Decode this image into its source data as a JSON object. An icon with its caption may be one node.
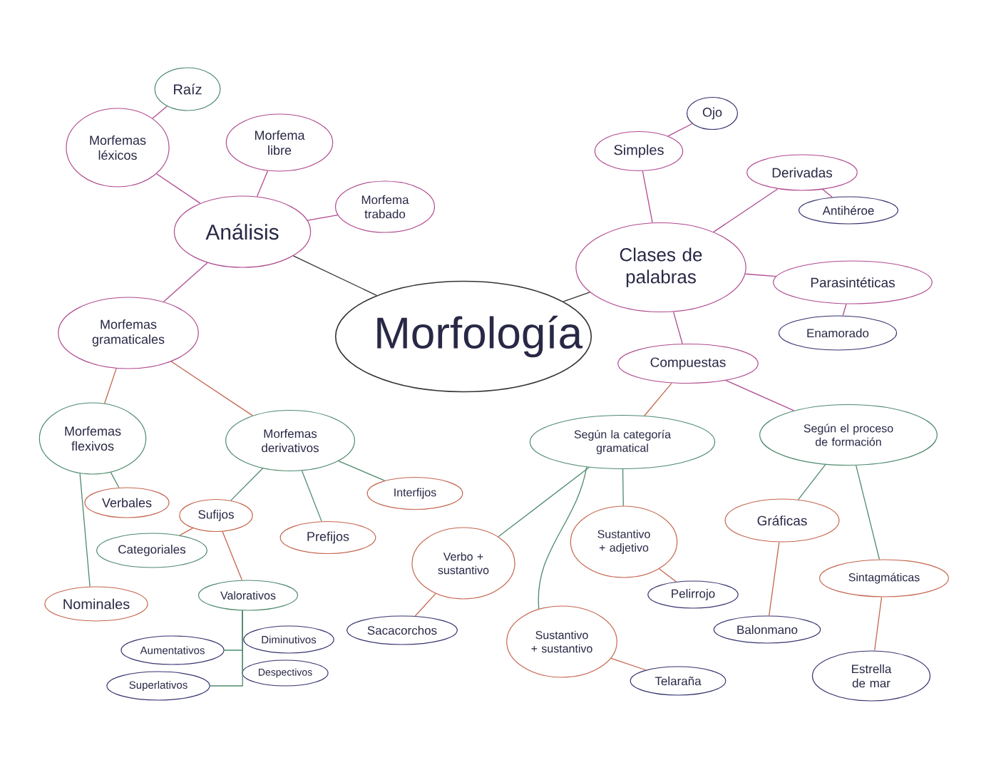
{
  "diagram": {
    "nodes": [
      {
        "text": [
          "Morfología"
        ]
      },
      {
        "text": [
          "Análisis"
        ]
      },
      {
        "text": [
          "Morfemas léxicos"
        ]
      },
      {
        "text": [
          "Raíz"
        ]
      },
      {
        "text": [
          "Morfema libre"
        ]
      },
      {
        "text": [
          "Morfema trabado"
        ]
      },
      {
        "text": [
          "Morfemas gramaticales"
        ]
      },
      {
        "text": [
          "Morfemas flexivos"
        ]
      },
      {
        "text": [
          "Morfemas derivativos"
        ]
      },
      {
        "text": [
          "Verbales"
        ]
      },
      {
        "text": [
          "Nominales"
        ]
      },
      {
        "text": [
          "Sufijos"
        ]
      },
      {
        "text": [
          "Categoriales"
        ]
      },
      {
        "text": [
          "Prefijos"
        ]
      },
      {
        "text": [
          "Interfijos"
        ]
      },
      {
        "text": [
          "Valorativos"
        ]
      },
      {
        "text": [
          "Aumentativos"
        ]
      },
      {
        "text": [
          "Superlativos"
        ]
      },
      {
        "text": [
          "Diminutivos"
        ]
      },
      {
        "text": [
          "Despectivos"
        ]
      },
      {
        "text": [
          "Clases de palabras"
        ]
      },
      {
        "text": [
          "Simples"
        ]
      },
      {
        "text": [
          "Ojo"
        ]
      },
      {
        "text": [
          "Derivadas"
        ]
      },
      {
        "text": [
          "Antihéroe"
        ]
      },
      {
        "text": [
          "Parasintéticas"
        ]
      },
      {
        "text": [
          "Enamorado"
        ]
      },
      {
        "text": [
          "Compuestas"
        ]
      },
      {
        "text": [
          "Según la categoría gramatical"
        ]
      },
      {
        "text": [
          "Según el proceso de formación"
        ]
      },
      {
        "text": [
          "Verbo + sustantivo"
        ]
      },
      {
        "text": [
          "Sustantivo + adjetivo"
        ]
      },
      {
        "text": [
          "Pelirrojo"
        ]
      },
      {
        "text": [
          "Sacacorchos"
        ]
      },
      {
        "text": [
          "Sustantivo + sustantivo"
        ]
      },
      {
        "text": [
          "Telaraña"
        ]
      },
      {
        "text": [
          "Gráficas"
        ]
      },
      {
        "text": [
          "Sintagmáticas"
        ]
      },
      {
        "text": [
          "Balonmano"
        ]
      },
      {
        "text": [
          "Estrella de mar"
        ]
      }
    ],
    "edges": [
      {
        "from": 0,
        "to": 1,
        "arrow": "none",
        "color": "#333333"
      },
      {
        "from": 0,
        "to": 20,
        "arrow": "none",
        "color": "#333333"
      },
      {
        "from": 1,
        "to": 2,
        "arrow": "none",
        "color": "#b04a8f"
      },
      {
        "from": 1,
        "to": 4,
        "arrow": "none",
        "color": "#b04a8f"
      },
      {
        "from": 1,
        "to": 5,
        "arrow": "none",
        "color": "#b04a8f"
      },
      {
        "from": 1,
        "to": 6,
        "arrow": "none",
        "color": "#b04a8f"
      },
      {
        "from": 2,
        "to": 3,
        "arrow": "none",
        "color": "#b04a8f"
      },
      {
        "from": 6,
        "to": 7,
        "arrow": "none",
        "color": "#c4664f"
      },
      {
        "from": 6,
        "to": 8,
        "arrow": "none",
        "color": "#c4664f"
      },
      {
        "from": 7,
        "to": 9,
        "arrow": "none"
      },
      {
        "from": 7,
        "to": 10,
        "arrow": "none"
      },
      {
        "from": 8,
        "to": 11,
        "arrow": "none"
      },
      {
        "from": 8,
        "to": 13,
        "arrow": "none"
      },
      {
        "from": 8,
        "to": 14,
        "arrow": "none"
      },
      {
        "from": 11,
        "to": 12,
        "arrow": "none",
        "color": "#c4664f"
      },
      {
        "from": 11,
        "to": 15,
        "arrow": "none",
        "color": "#c4664f"
      },
      {
        "from": 15,
        "to": 16,
        "arrow": "none"
      },
      {
        "from": 15,
        "to": 17,
        "arrow": "none"
      },
      {
        "from": 15,
        "to": 18,
        "arrow": "none"
      },
      {
        "from": 15,
        "to": 19,
        "arrow": "none"
      },
      {
        "from": 20,
        "to": 21,
        "arrow": "none",
        "color": "#b04a8f"
      },
      {
        "from": 21,
        "to": 22,
        "arrow": "none",
        "color": "#b04a8f"
      },
      {
        "from": 20,
        "to": 23,
        "arrow": "none",
        "color": "#b04a8f"
      },
      {
        "from": 23,
        "to": 24,
        "arrow": "none",
        "color": "#b04a8f"
      },
      {
        "from": 20,
        "to": 25,
        "arrow": "none",
        "color": "#b04a8f"
      },
      {
        "from": 25,
        "to": 26,
        "arrow": "none",
        "color": "#b04a8f"
      },
      {
        "from": 20,
        "to": 27,
        "arrow": "none",
        "color": "#b04a8f"
      },
      {
        "from": 27,
        "to": 28,
        "arrow": "none",
        "color": "#c4664f"
      },
      {
        "from": 27,
        "to": 29,
        "arrow": "none",
        "color": "#b04a8f"
      },
      {
        "from": 28,
        "to": 30,
        "arrow": "none"
      },
      {
        "from": 28,
        "to": 31,
        "arrow": "none"
      },
      {
        "from": 28,
        "to": 34,
        "arrow": "none"
      },
      {
        "from": 30,
        "to": 33,
        "arrow": "none",
        "color": "#c4664f"
      },
      {
        "from": 31,
        "to": 32,
        "arrow": "none",
        "color": "#c4664f"
      },
      {
        "from": 34,
        "to": 35,
        "arrow": "none",
        "color": "#c4664f"
      },
      {
        "from": 29,
        "to": 36,
        "arrow": "none"
      },
      {
        "from": 29,
        "to": 37,
        "arrow": "none"
      },
      {
        "from": 36,
        "to": 38,
        "arrow": "none",
        "color": "#c4664f"
      },
      {
        "from": 37,
        "to": 39,
        "arrow": "none",
        "color": "#c4664f"
      }
    ]
  }
}
